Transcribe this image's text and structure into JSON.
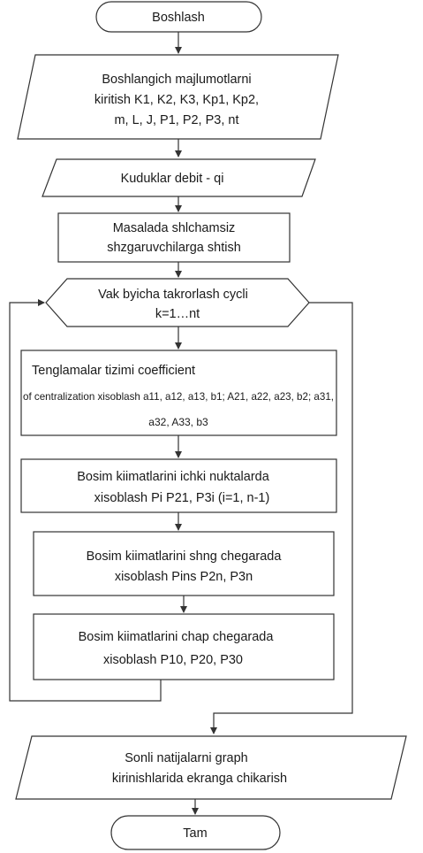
{
  "flowchart": {
    "start": "Boshlash",
    "input_data": {
      "line1": "Boshlangich majlumotlarni",
      "line2": "kiritish K1, K2, K3, Kp1, Kp2,",
      "line3": "m, L, J, P1, P2, P3, nt"
    },
    "well_flow": "Kuduklar debit - qi",
    "dimensionless": {
      "line1": "Masalada shlchamsiz",
      "line2": "shzgaruvchilarga shtish"
    },
    "loop": {
      "line1": "Vak byicha takrorlash cycli",
      "line2": "k=1…nt"
    },
    "coefficients": {
      "line1": "Tenglamalar tizimi coefficient",
      "line2": "of centralization xisoblash a11, a12, a13, b1; A21, a22, a23, b2; a31,",
      "line3": "a32, A33, b3"
    },
    "inner_pressure": {
      "line1": "Bosim kiimatlarini ichki nuktalarda",
      "line2": "xisoblash Pi P21, P3i (i=1, n-1)"
    },
    "right_boundary": {
      "line1": "Bosim kiimatlarini shng chegarada",
      "line2": "xisoblash Pins P2n, P3n"
    },
    "left_boundary": {
      "line1": "Bosim kiimatlarini chap chegarada",
      "line2": "xisoblash P10, P20, P30"
    },
    "output": {
      "line1": "Sonli natijalarni graph",
      "line2": "kirinishlarida ekranga chikarish"
    },
    "end": "Tam"
  },
  "colors": {
    "stroke": "#333333",
    "fill": "#ffffff",
    "text": "#1a1a1a"
  }
}
